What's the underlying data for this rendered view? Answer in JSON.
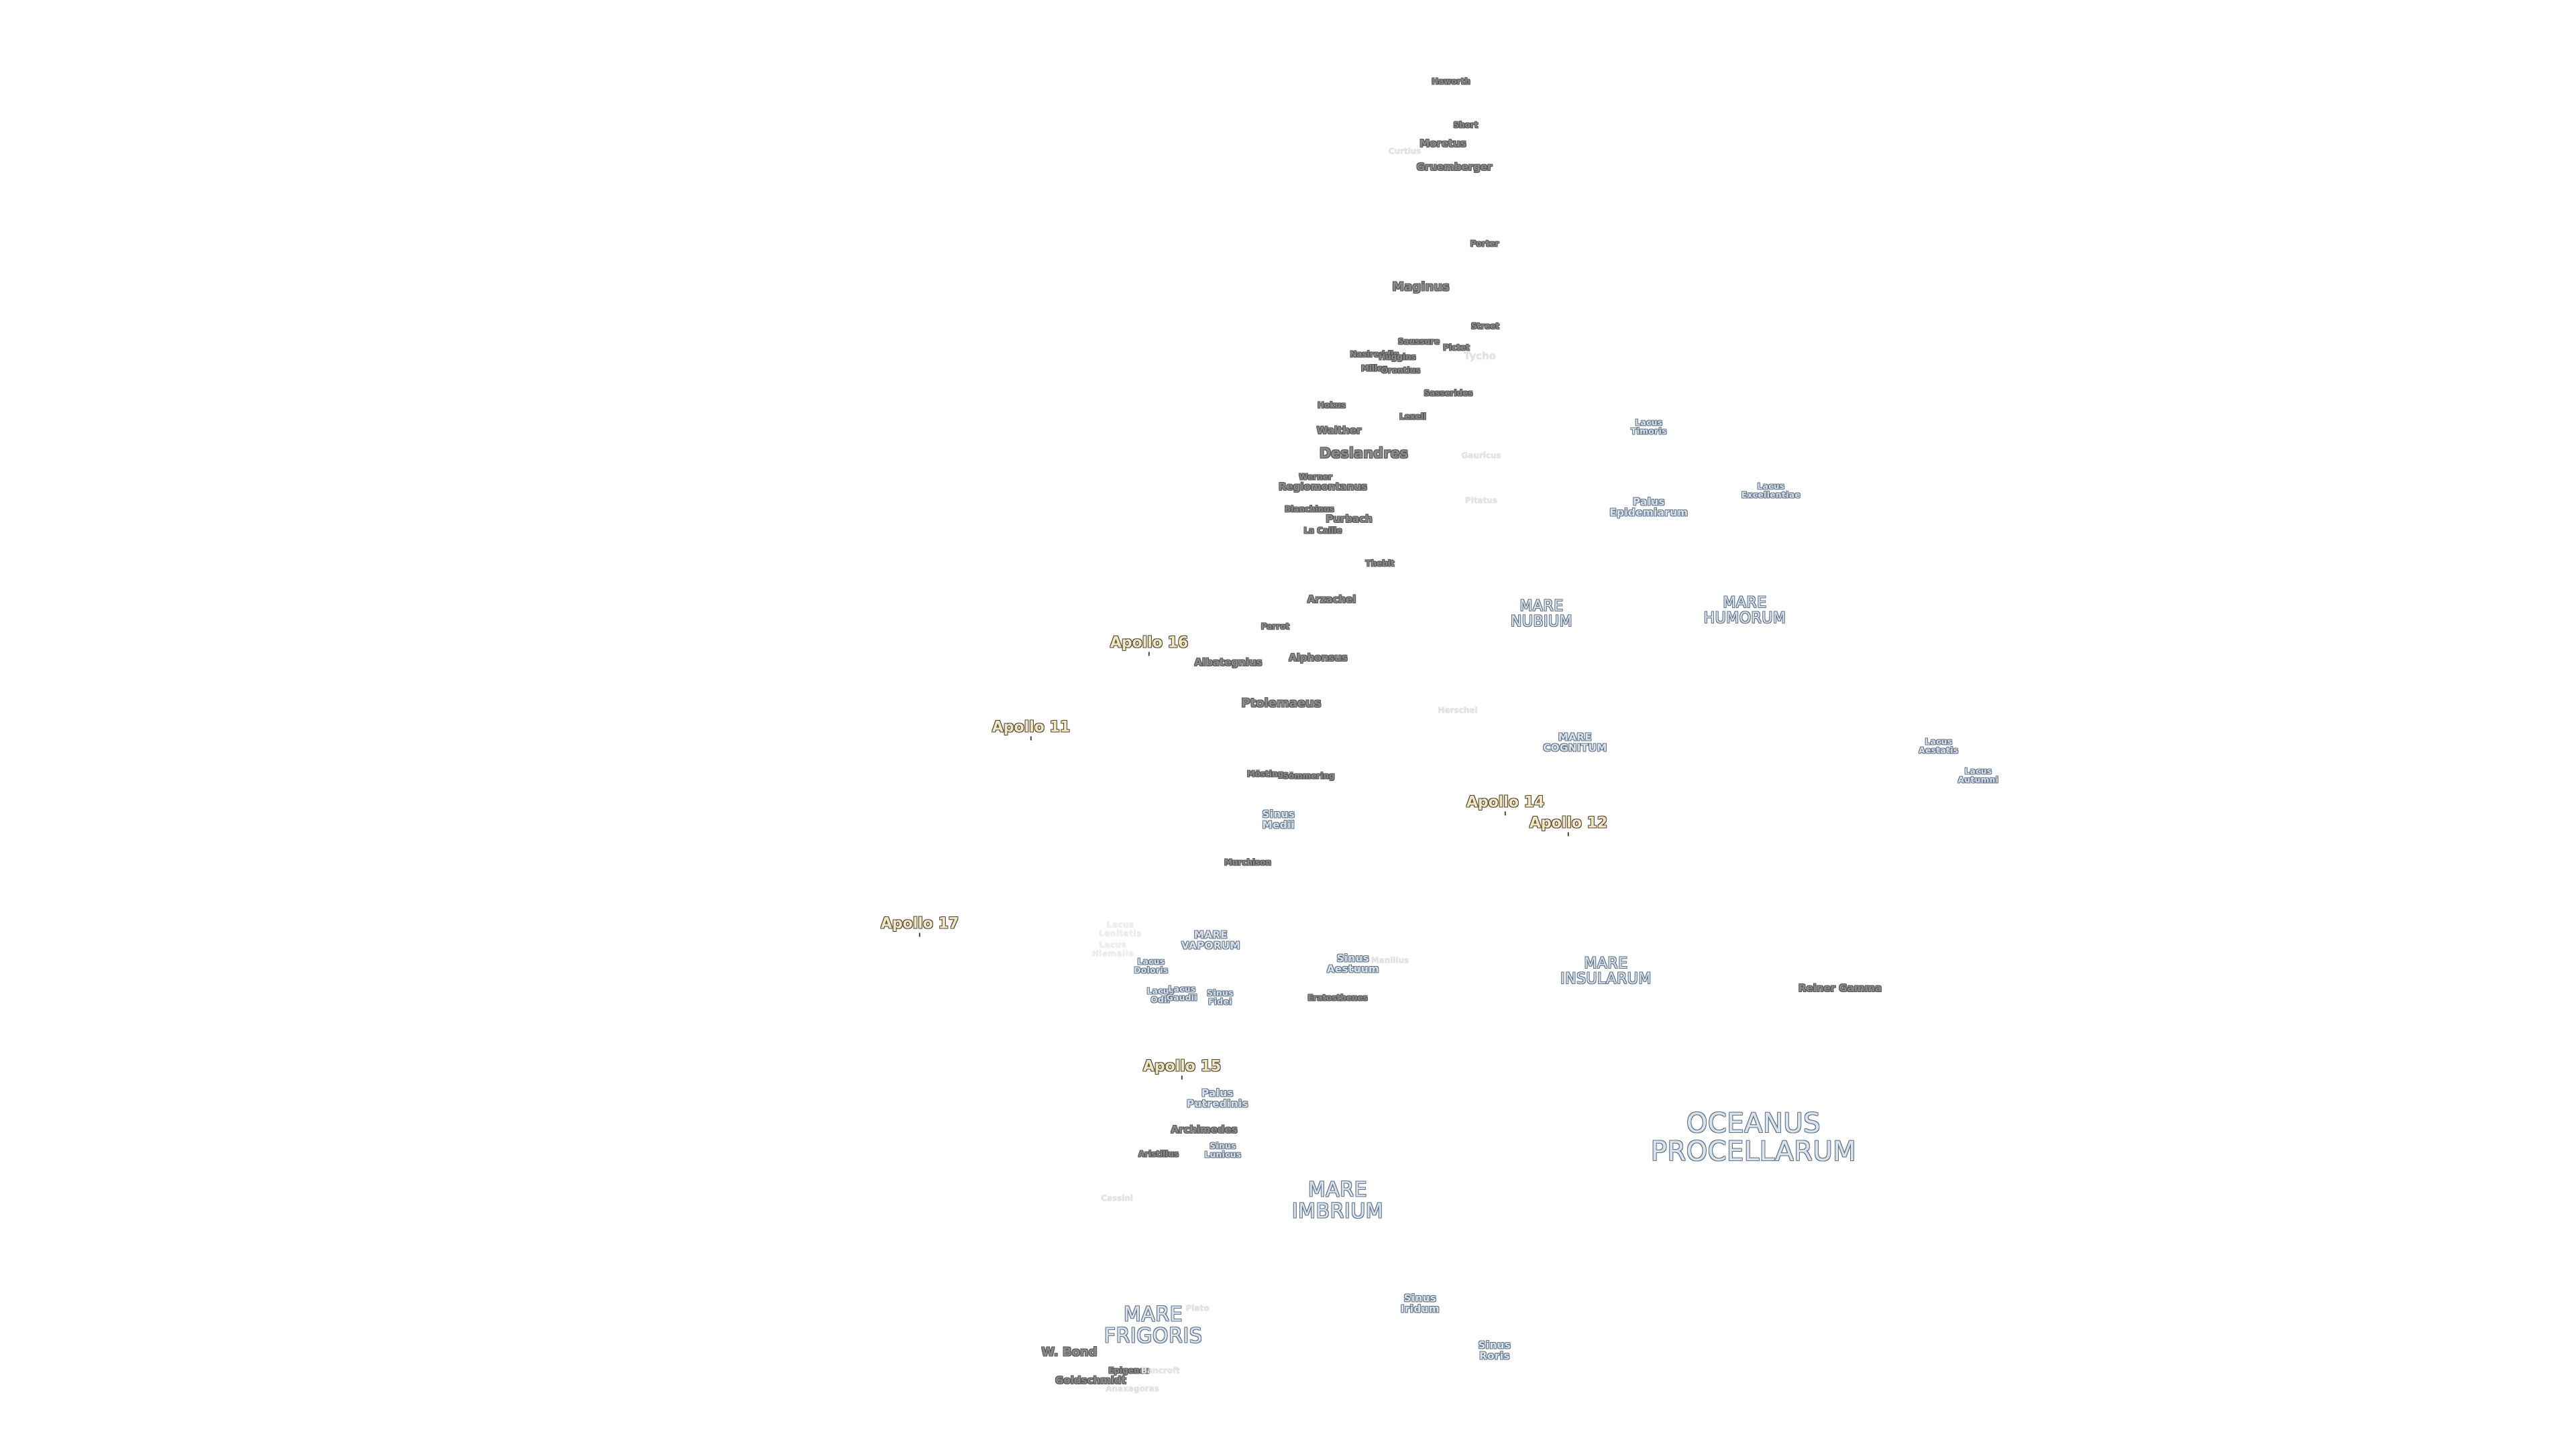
{
  "map": {
    "labels": [
      {
        "id": "haworth",
        "text": "Haworth",
        "kind": "crater s"
      },
      {
        "id": "shorty",
        "text": "Short",
        "kind": "crater s"
      },
      {
        "id": "moretus",
        "text": "Moretus",
        "kind": "crater"
      },
      {
        "id": "curtius",
        "text": "Curtius",
        "kind": "crater s faint"
      },
      {
        "id": "gruemberger",
        "text": "Gruemberger",
        "kind": "crater"
      },
      {
        "id": "porter",
        "text": "Porter",
        "kind": "crater s"
      },
      {
        "id": "maginus",
        "text": "Maginus",
        "kind": "crater m"
      },
      {
        "id": "street",
        "text": "Street",
        "kind": "crater s"
      },
      {
        "id": "saussure",
        "text": "Saussure",
        "kind": "crater s"
      },
      {
        "id": "pictet",
        "text": "Pictet",
        "kind": "crater s"
      },
      {
        "id": "tycho",
        "text": "Tycho",
        "kind": "crater faint"
      },
      {
        "id": "nasireddin",
        "text": "Nasireddin",
        "kind": "crater s"
      },
      {
        "id": "huggins",
        "text": "Huggins",
        "kind": "crater s"
      },
      {
        "id": "miller",
        "text": "Miller",
        "kind": "crater s"
      },
      {
        "id": "orontius",
        "text": "Orontius",
        "kind": "crater s"
      },
      {
        "id": "sasserides",
        "text": "Sasserides",
        "kind": "crater s"
      },
      {
        "id": "hokus",
        "text": "Hokus",
        "kind": "crater s"
      },
      {
        "id": "lexell",
        "text": "Lexell",
        "kind": "crater s"
      },
      {
        "id": "walther",
        "text": "Walther",
        "kind": "crater"
      },
      {
        "id": "deslandres",
        "text": "Deslandres",
        "kind": "crater l"
      },
      {
        "id": "gauricus",
        "text": "Gauricus",
        "kind": "crater s faint"
      },
      {
        "id": "werner",
        "text": "Werner",
        "kind": "crater s"
      },
      {
        "id": "regiomontanus",
        "text": "Regiomontanus",
        "kind": "crater"
      },
      {
        "id": "pitatus",
        "text": "Pitatus",
        "kind": "crater s faint"
      },
      {
        "id": "blanchinus",
        "text": "Blanchinus",
        "kind": "crater s"
      },
      {
        "id": "purbach",
        "text": "Purbach",
        "kind": "crater"
      },
      {
        "id": "lacaille",
        "text": "La Caille",
        "kind": "crater s"
      },
      {
        "id": "thebit",
        "text": "Thebit",
        "kind": "crater s"
      },
      {
        "id": "arzachel",
        "text": "Arzachel",
        "kind": "crater"
      },
      {
        "id": "parrot",
        "text": "Parrot",
        "kind": "crater s"
      },
      {
        "id": "albategnius",
        "text": "Albategnius",
        "kind": "crater"
      },
      {
        "id": "alphonsus",
        "text": "Alphonsus",
        "kind": "crater"
      },
      {
        "id": "ptolemaeus",
        "text": "Ptolemaeus",
        "kind": "crater m"
      },
      {
        "id": "herschel",
        "text": "Herschel",
        "kind": "crater s faint"
      },
      {
        "id": "mosting",
        "text": "Mösting",
        "kind": "crater s"
      },
      {
        "id": "sommering",
        "text": "Sömmering",
        "kind": "crater s"
      },
      {
        "id": "murchison",
        "text": "Murchison",
        "kind": "crater s"
      },
      {
        "id": "eratosthenes",
        "text": "Eratosthenes",
        "kind": "crater s"
      },
      {
        "id": "manilius",
        "text": "Manilius",
        "kind": "crater s faint"
      },
      {
        "id": "archimedes",
        "text": "Archimedes",
        "kind": "crater"
      },
      {
        "id": "aristillus",
        "text": "Aristillus",
        "kind": "crater s"
      },
      {
        "id": "cassini",
        "text": "Cassini",
        "kind": "crater s faint"
      },
      {
        "id": "plato",
        "text": "Plato",
        "kind": "crater s faint"
      },
      {
        "id": "wbond",
        "text": "W. Bond",
        "kind": "crater m"
      },
      {
        "id": "epigenes",
        "text": "Epigenes",
        "kind": "crater s"
      },
      {
        "id": "goldschmidt",
        "text": "Goldschmidt",
        "kind": "crater"
      },
      {
        "id": "anaxagoras",
        "text": "Anaxagoras",
        "kind": "crater s faint"
      },
      {
        "id": "bancroft",
        "text": "Bancroft",
        "kind": "crater s faint"
      },
      {
        "id": "reinergamma",
        "text": "Reiner Gamma",
        "kind": "crater"
      },
      {
        "id": "lacus_timoris",
        "text": "Lacus\nTimoris",
        "kind": "mare xs"
      },
      {
        "id": "palus_epidemiarum",
        "text": "Palus\nEpidemiarum",
        "kind": "mare sm"
      },
      {
        "id": "lacus_excellentiae",
        "text": "Lacus\nExcellentiae",
        "kind": "mare xs"
      },
      {
        "id": "mare_nubium",
        "text": "MARE\nNUBIUM",
        "kind": "mare"
      },
      {
        "id": "mare_humorum",
        "text": "MARE\nHUMORUM",
        "kind": "mare"
      },
      {
        "id": "mare_cognitum",
        "text": "MARE\nCOGNITUM",
        "kind": "mare sm"
      },
      {
        "id": "lacus_aestatis",
        "text": "Lacus\nAestatis",
        "kind": "mare xs"
      },
      {
        "id": "lacus_autumni",
        "text": "Lacus\nAutumni",
        "kind": "mare xs"
      },
      {
        "id": "sinus_medii",
        "text": "Sinus\nMedii",
        "kind": "mare sm"
      },
      {
        "id": "mare_vaporum",
        "text": "MARE\nVAPORUM",
        "kind": "mare sm"
      },
      {
        "id": "sinus_aestuum",
        "text": "Sinus\nAestuum",
        "kind": "mare sm"
      },
      {
        "id": "mare_insularum",
        "text": "MARE\nINSULARUM",
        "kind": "mare"
      },
      {
        "id": "lacus_lenitatis",
        "text": "Lacus\nLenitatis",
        "kind": "mare xs faint"
      },
      {
        "id": "lacus_hiemalis",
        "text": "Lacus\nHiemalis",
        "kind": "mare xs faint"
      },
      {
        "id": "lacus_doloris",
        "text": "Lacus\nDoloris",
        "kind": "mare xs"
      },
      {
        "id": "lacus_odii",
        "text": "Lacus\nOdii",
        "kind": "mare xs"
      },
      {
        "id": "lacus_gaudii",
        "text": "Lacus\nGaudii",
        "kind": "mare xs"
      },
      {
        "id": "sinus_fidei",
        "text": "Sinus\nFidei",
        "kind": "mare xs"
      },
      {
        "id": "palus_putredinis",
        "text": "Palus\nPutredinis",
        "kind": "mare sm"
      },
      {
        "id": "sinus_lunicus",
        "text": "Sinus\nLunicus",
        "kind": "mare xs"
      },
      {
        "id": "mare_imbrium",
        "text": "MARE\nIMBRIUM",
        "kind": "mare lg"
      },
      {
        "id": "oceanus_procellarum",
        "text": "OCEANUS\nPROCELLARUM",
        "kind": "mare xl"
      },
      {
        "id": "sinus_iridum",
        "text": "Sinus\nIridum",
        "kind": "mare sm"
      },
      {
        "id": "sinus_roris",
        "text": "Sinus\nRoris",
        "kind": "mare sm"
      },
      {
        "id": "mare_frigoris",
        "text": "MARE\nFRIGORIS",
        "kind": "mare lg"
      },
      {
        "id": "apollo16",
        "text": "Apollo 16",
        "kind": "apollo"
      },
      {
        "id": "apollo11",
        "text": "Apollo 11",
        "kind": "apollo"
      },
      {
        "id": "apollo14",
        "text": "Apollo 14",
        "kind": "apollo"
      },
      {
        "id": "apollo12",
        "text": "Apollo 12",
        "kind": "apollo"
      },
      {
        "id": "apollo17",
        "text": "Apollo 17",
        "kind": "apollo"
      },
      {
        "id": "apollo15",
        "text": "Apollo 15",
        "kind": "apollo"
      }
    ]
  }
}
